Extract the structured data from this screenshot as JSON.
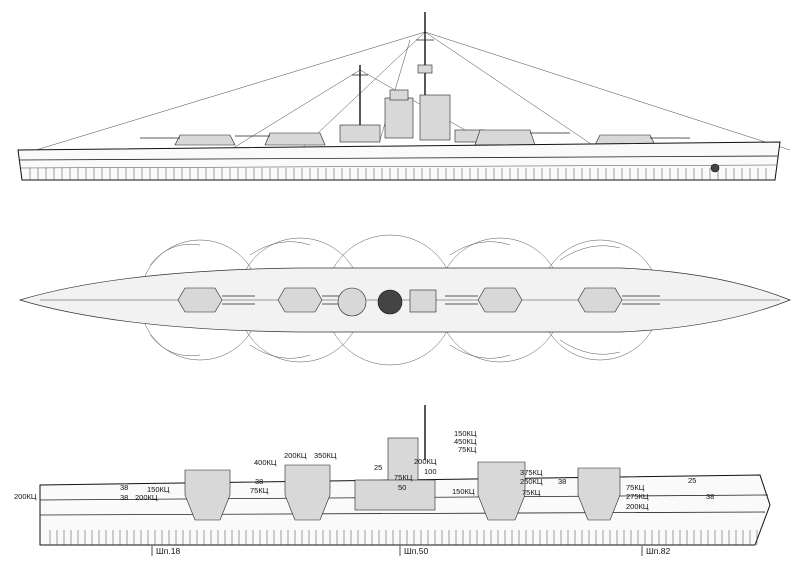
{
  "section_labels": {
    "armor_left": [
      "200КЦ",
      "38",
      "38",
      "150КЦ",
      "200КЦ",
      "75КЦ",
      "38"
    ],
    "armor_center": [
      "400КЦ",
      "200КЦ",
      "350КЦ",
      "25",
      "75КЦ",
      "50",
      "200КЦ",
      "100",
      "150КЦ",
      "450КЦ",
      "150КЦ",
      "75КЦ"
    ],
    "armor_right": [
      "375КЦ",
      "250КЦ",
      "75КЦ",
      "38",
      "75КЦ",
      "275КЦ",
      "200КЦ",
      "25",
      "38"
    ]
  },
  "frame_marks": [
    "Шп.18",
    "Шп.50",
    "Шп.82"
  ]
}
